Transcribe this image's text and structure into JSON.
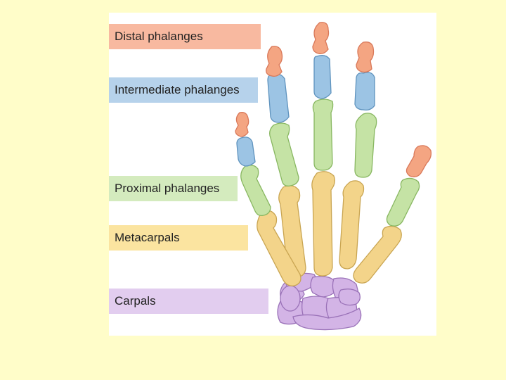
{
  "labels": {
    "distal": "Distal phalanges",
    "intermediate": "Intermediate phalanges",
    "proximal": "Proximal phalanges",
    "metacarpals": "Metacarpals",
    "carpals": "Carpals"
  },
  "colors": {
    "slide_background": "#FFFDC9",
    "panel_background": "#FFFFFF",
    "distal_fill": "#F4A582",
    "distal_stroke": "#D9795A",
    "intermediate_fill": "#9CC4E4",
    "intermediate_stroke": "#5F93BE",
    "proximal_fill": "#C5E3A5",
    "proximal_stroke": "#88B761",
    "metacarpal_fill": "#F3D48A",
    "metacarpal_stroke": "#C9A552",
    "carpal_fill": "#D3B4E6",
    "carpal_stroke": "#9A72B8",
    "distal_label_bg": "#F8B9A0",
    "intermediate_label_bg": "#B6D2EB",
    "proximal_label_bg": "#D4EBBE",
    "metacarpal_label_bg": "#FBE4A0",
    "carpal_label_bg": "#E2CDEF"
  }
}
